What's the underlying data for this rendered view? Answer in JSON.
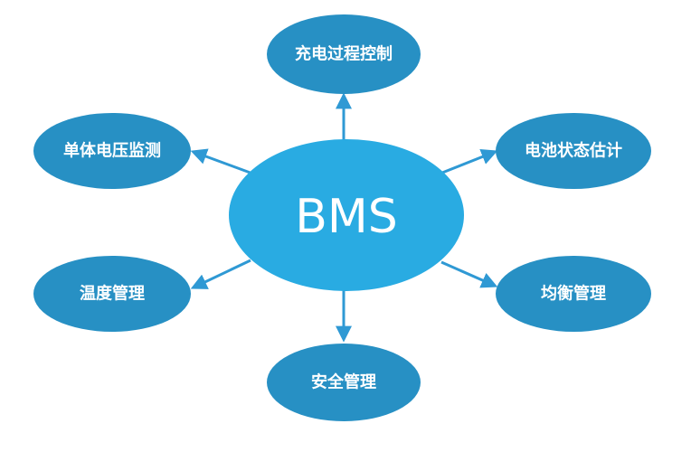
{
  "center": {
    "label": "BMS",
    "color": "#29abe2"
  },
  "node_color": "#2790c4",
  "arrow_color": "#2f99d4",
  "nodes": [
    {
      "id": "charge-control",
      "label": "充电过程控制"
    },
    {
      "id": "cell-voltage",
      "label": "单体电压监测"
    },
    {
      "id": "soc-estimation",
      "label": "电池状态估计"
    },
    {
      "id": "thermal",
      "label": "温度管理"
    },
    {
      "id": "balancing",
      "label": "均衡管理"
    },
    {
      "id": "safety",
      "label": "安全管理"
    }
  ]
}
